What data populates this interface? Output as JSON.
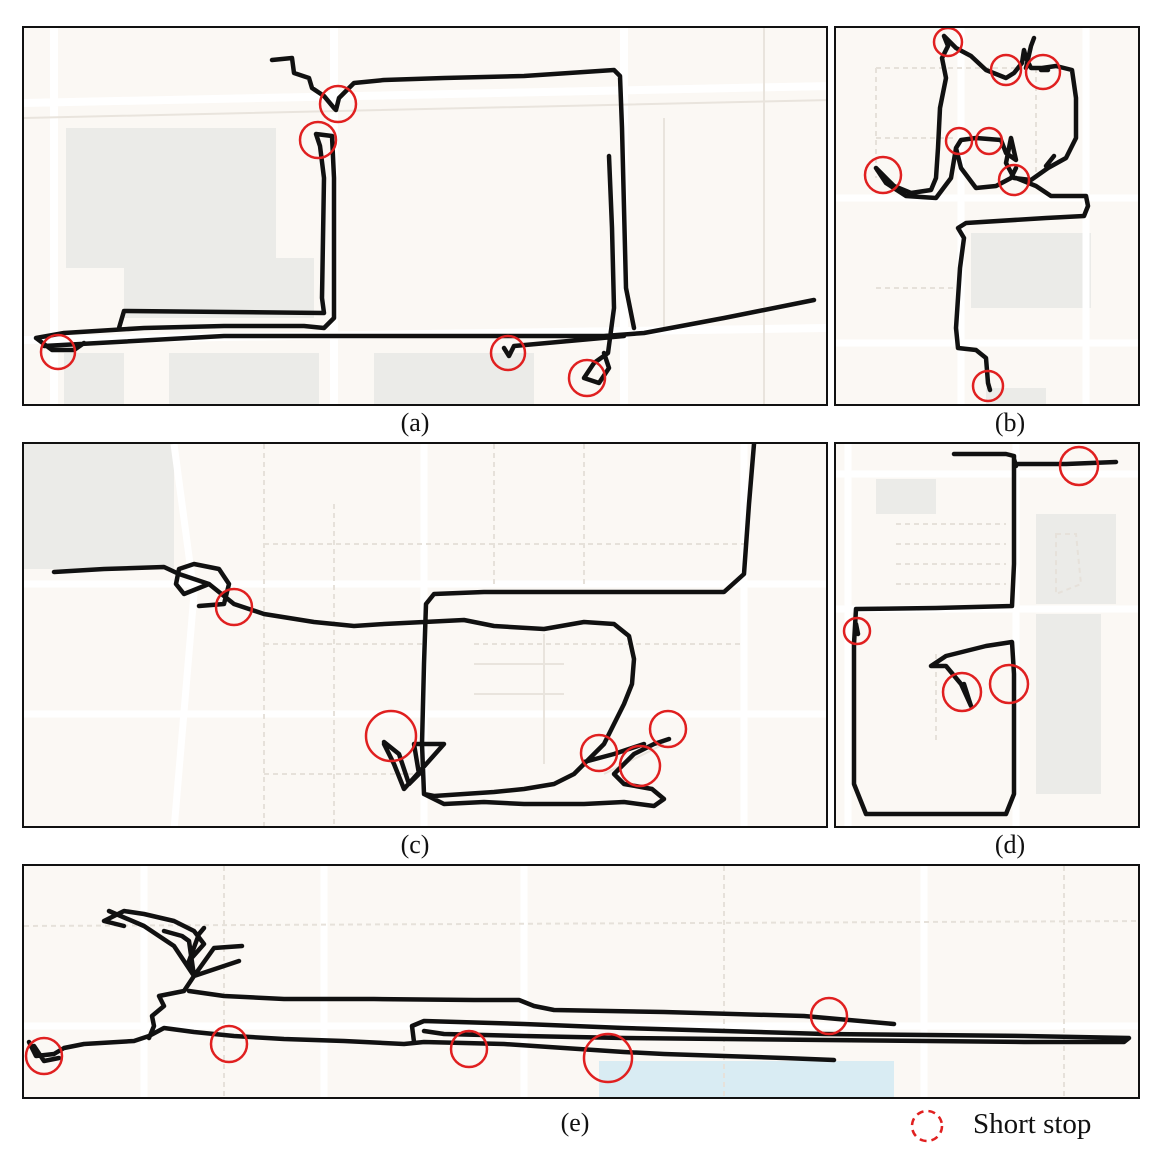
{
  "panels": {
    "a": {
      "caption": "(a)"
    },
    "b": {
      "caption": "(b)"
    },
    "c": {
      "caption": "(c)"
    },
    "d": {
      "caption": "(d)"
    },
    "e": {
      "caption": "(e)"
    }
  },
  "legend": {
    "label": "Short stop",
    "marker_style": "dashed-red-circle",
    "color": "#e02020"
  },
  "colors": {
    "trajectory": "#111111",
    "short_stop": "#e02020",
    "map_background": "#fbf8f4",
    "water": "#d9ecf3"
  }
}
